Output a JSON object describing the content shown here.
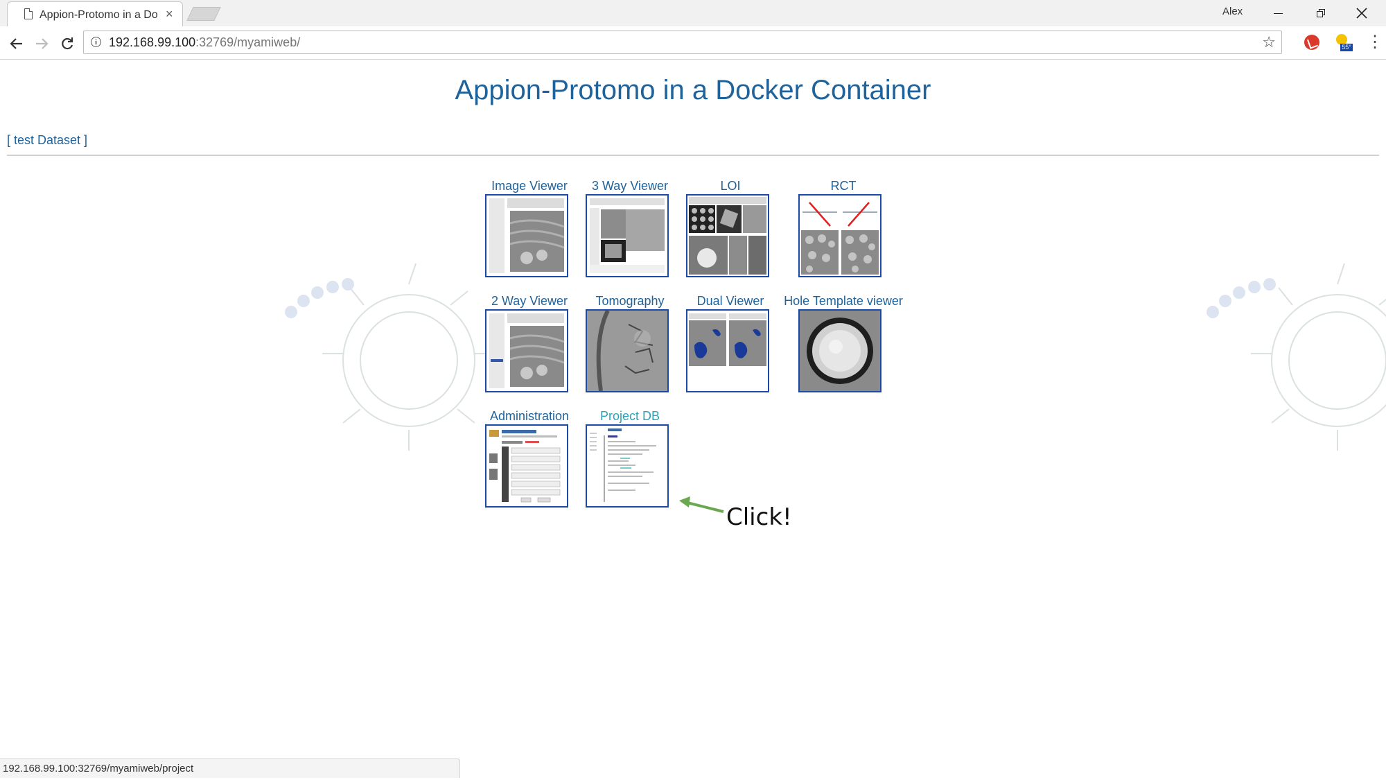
{
  "browser": {
    "tab_title": "Appion-Protomo in a Do",
    "tab_close": "×",
    "profile_name": "Alex",
    "url_host": "192.168.99.100",
    "url_rest": ":32769/myamiweb/",
    "weather_temp": "55°",
    "status_url": "192.168.99.100:32769/myamiweb/project"
  },
  "page": {
    "title": "Appion-Protomo in a Docker Container",
    "dataset_link": "[ test Dataset ]"
  },
  "tools": [
    {
      "label": "Image Viewer"
    },
    {
      "label": "3 Way Viewer"
    },
    {
      "label": "LOI"
    },
    {
      "label": "RCT"
    },
    {
      "label": "2 Way Viewer"
    },
    {
      "label": "Tomography"
    },
    {
      "label": "Dual Viewer"
    },
    {
      "label": "Hole Template viewer"
    },
    {
      "label": "Administration"
    },
    {
      "label": "Project DB"
    }
  ],
  "annotation": {
    "text": "Click!",
    "arrow_color": "#6aa84f"
  },
  "colors": {
    "link": "#20639b",
    "thumb_border": "#1a4aa8",
    "project_link": "#2aa3b8"
  }
}
